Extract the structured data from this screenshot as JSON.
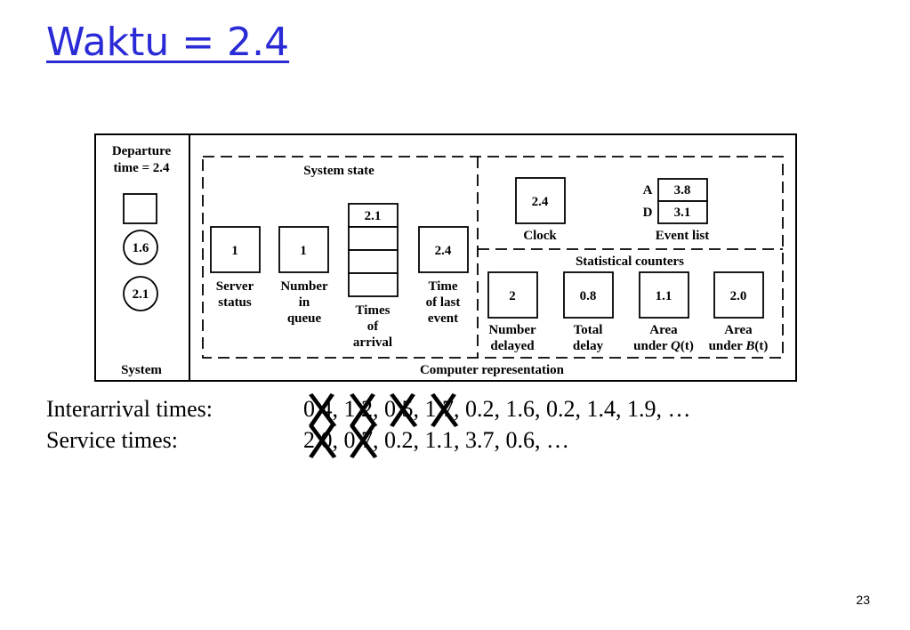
{
  "slide": {
    "title": "Waktu = 2.4",
    "page_number": "23"
  },
  "diagram": {
    "system_panel": {
      "departure_label_1": "Departure",
      "departure_label_2": "time = 2.4",
      "queue_circles": [
        "1.6",
        "2.1"
      ],
      "caption": "System"
    },
    "system_state": {
      "heading": "System state",
      "server_status": {
        "value": "1",
        "label_1": "Server",
        "label_2": "status"
      },
      "number_in_queue": {
        "value": "1",
        "label_1": "Number",
        "label_2": "in",
        "label_3": "queue"
      },
      "times_of_arrival": {
        "values": [
          "2.1",
          "",
          "",
          ""
        ],
        "label_1": "Times",
        "label_2": "of",
        "label_3": "arrival"
      },
      "time_of_last_event": {
        "value": "2.4",
        "label_1": "Time",
        "label_2": "of last",
        "label_3": "event"
      }
    },
    "clock": {
      "value": "2.4",
      "label": "Clock"
    },
    "event_list": {
      "rows": [
        {
          "key": "A",
          "value": "3.8"
        },
        {
          "key": "D",
          "value": "3.1"
        }
      ],
      "label": "Event list"
    },
    "statistical_counters": {
      "heading": "Statistical counters",
      "number_delayed": {
        "value": "2",
        "label_1": "Number",
        "label_2": "delayed"
      },
      "total_delay": {
        "value": "0.8",
        "label_1": "Total",
        "label_2": "delay"
      },
      "area_q": {
        "value": "1.1",
        "label_1": "Area",
        "label_2_prefix": "under ",
        "label_2_var": "Q",
        "label_2_paren": "(t)"
      },
      "area_b": {
        "value": "2.0",
        "label_1": "Area",
        "label_2_prefix": "under ",
        "label_2_var": "B",
        "label_2_paren": "(t)"
      }
    },
    "caption": "Computer representation"
  },
  "interarrival": {
    "label": "Interarrival times:",
    "crossed": [
      "0.4,",
      "1.2,",
      "0.5,",
      "1.7,"
    ],
    "remaining": "0.2, 1.6, 0.2, 1.4, 1.9, …"
  },
  "service": {
    "label": "Service times:",
    "crossed": [
      "2.0,",
      "0.7,"
    ],
    "remaining": "0.2, 1.1, 3.7, 0.6, …"
  }
}
